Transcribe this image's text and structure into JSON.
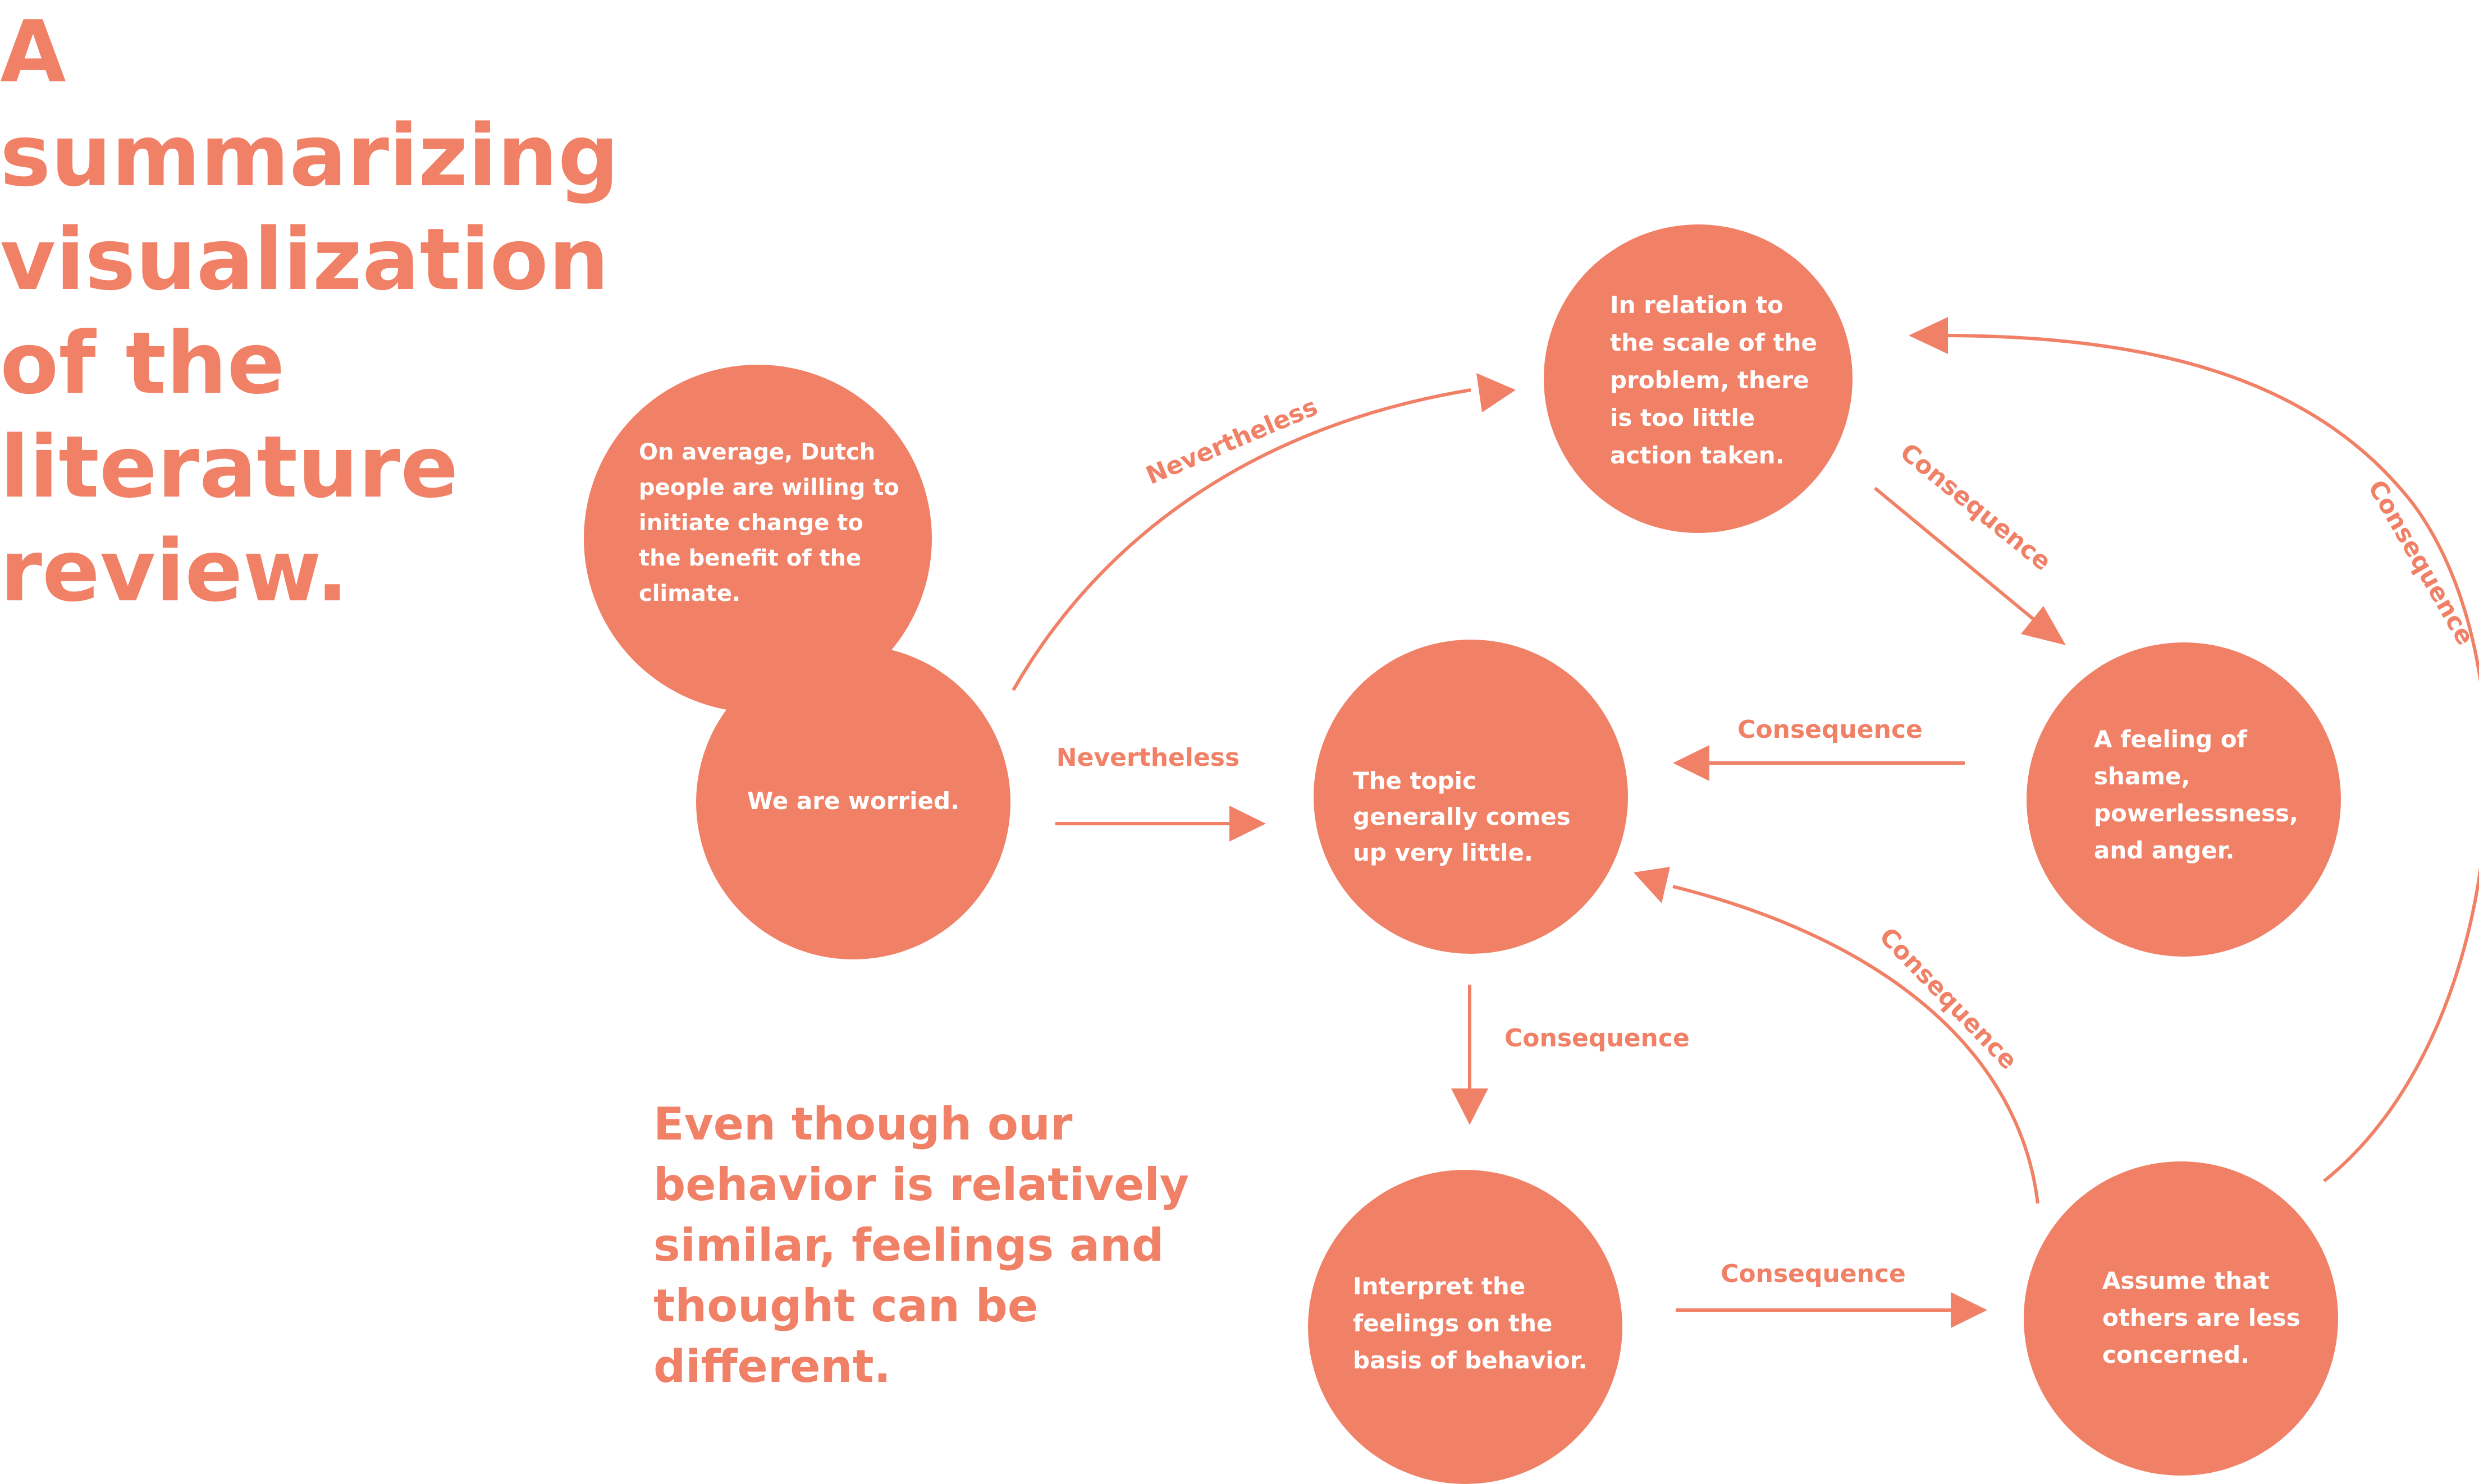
{
  "title": "A summarizing visualization of the literature review.",
  "summary": "Even though our behavior is relatively similar, feelings and thought can be different.",
  "colors": {
    "accent": "#f08066",
    "node_text": "#ffffff"
  },
  "nodes": {
    "average": {
      "text": "On average, Dutch people are willing to initiate change to the benefit of the climate."
    },
    "worried": {
      "text": "We are worried."
    },
    "scale": {
      "text": "In relation to the scale of the problem, there is too little action taken."
    },
    "topic": {
      "text": "The topic generally comes up very little."
    },
    "shame": {
      "text": "A feeling of shame, powerlessness, and anger."
    },
    "interpret": {
      "text": "Interpret the feelings on the basis of behavior."
    },
    "assume": {
      "text": "Assume that others are less concerned."
    }
  },
  "edges": {
    "worried_to_scale": {
      "label": "Nevertheless"
    },
    "worried_to_topic": {
      "label": "Nevertheless"
    },
    "scale_to_shame": {
      "label": "Consequence"
    },
    "shame_to_topic": {
      "label": "Consequence"
    },
    "topic_to_interpret": {
      "label": "Consequence"
    },
    "interpret_to_assume": {
      "label": "Consequence"
    },
    "assume_to_topic": {
      "label": "Consequence"
    },
    "assume_to_scale": {
      "label": "Consequence"
    }
  }
}
